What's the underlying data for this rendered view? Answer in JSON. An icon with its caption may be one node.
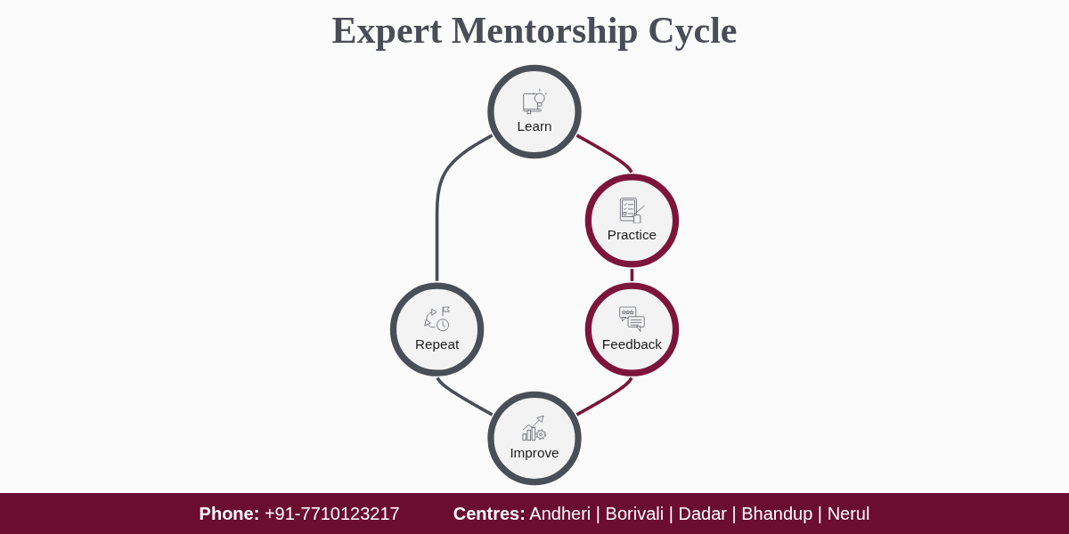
{
  "diagram": {
    "title": "Expert Mentorship Cycle",
    "nodes": [
      {
        "text": [
          "Learn"
        ]
      },
      {
        "text": [
          "Practice"
        ]
      },
      {
        "text": [
          "Feedback"
        ]
      },
      {
        "text": [
          "Improve"
        ]
      },
      {
        "text": [
          "Repeat"
        ]
      }
    ],
    "edges": [
      {
        "from": 0,
        "to": 1,
        "arrow": "none"
      },
      {
        "from": 1,
        "to": 2,
        "arrow": "none"
      },
      {
        "from": 2,
        "to": 3,
        "arrow": "none"
      },
      {
        "from": 4,
        "to": 3,
        "arrow": "none",
        "color": "#4a4e57"
      },
      {
        "from": 0,
        "to": 4,
        "arrow": "none",
        "color": "#4a4e57"
      }
    ],
    "labels": [
      "**Phone:** +91-7710123217",
      "**Centres:** Andheri | Borivali | Dadar | Bhandup | Nerul"
    ]
  }
}
